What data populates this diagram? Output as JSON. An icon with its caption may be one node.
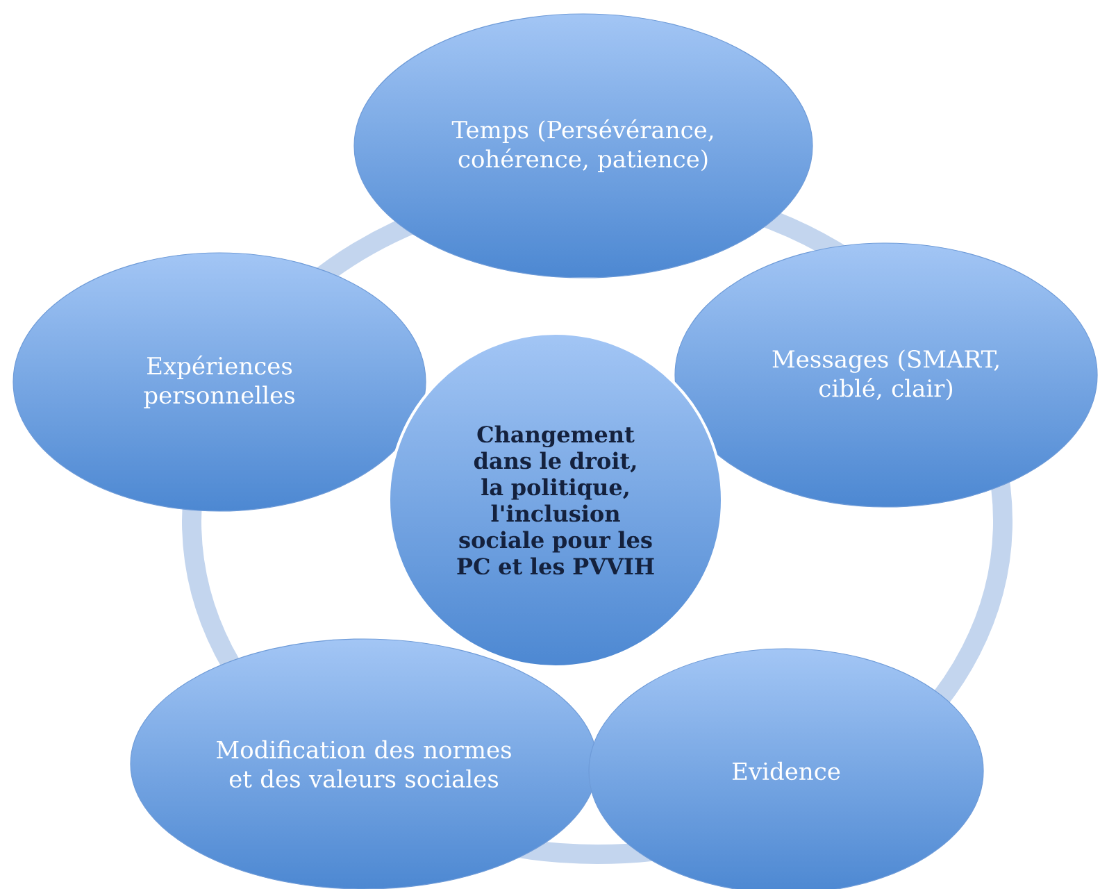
{
  "diagram": {
    "nodes": [
      {
        "text": [
          "Temps (Persévérance, cohérence, patience)"
        ]
      },
      {
        "text": [
          "Expériences personnelles"
        ]
      },
      {
        "text": [
          "Messages (SMART, ciblé, clair)"
        ]
      },
      {
        "text": [
          "Changement dans le droit, la politique, l'inclusion sociale pour les PC et les PVVIH"
        ]
      },
      {
        "text": [
          "Modification des normes et des valeurs sociales"
        ]
      },
      {
        "text": [
          "Evidence"
        ]
      }
    ]
  }
}
